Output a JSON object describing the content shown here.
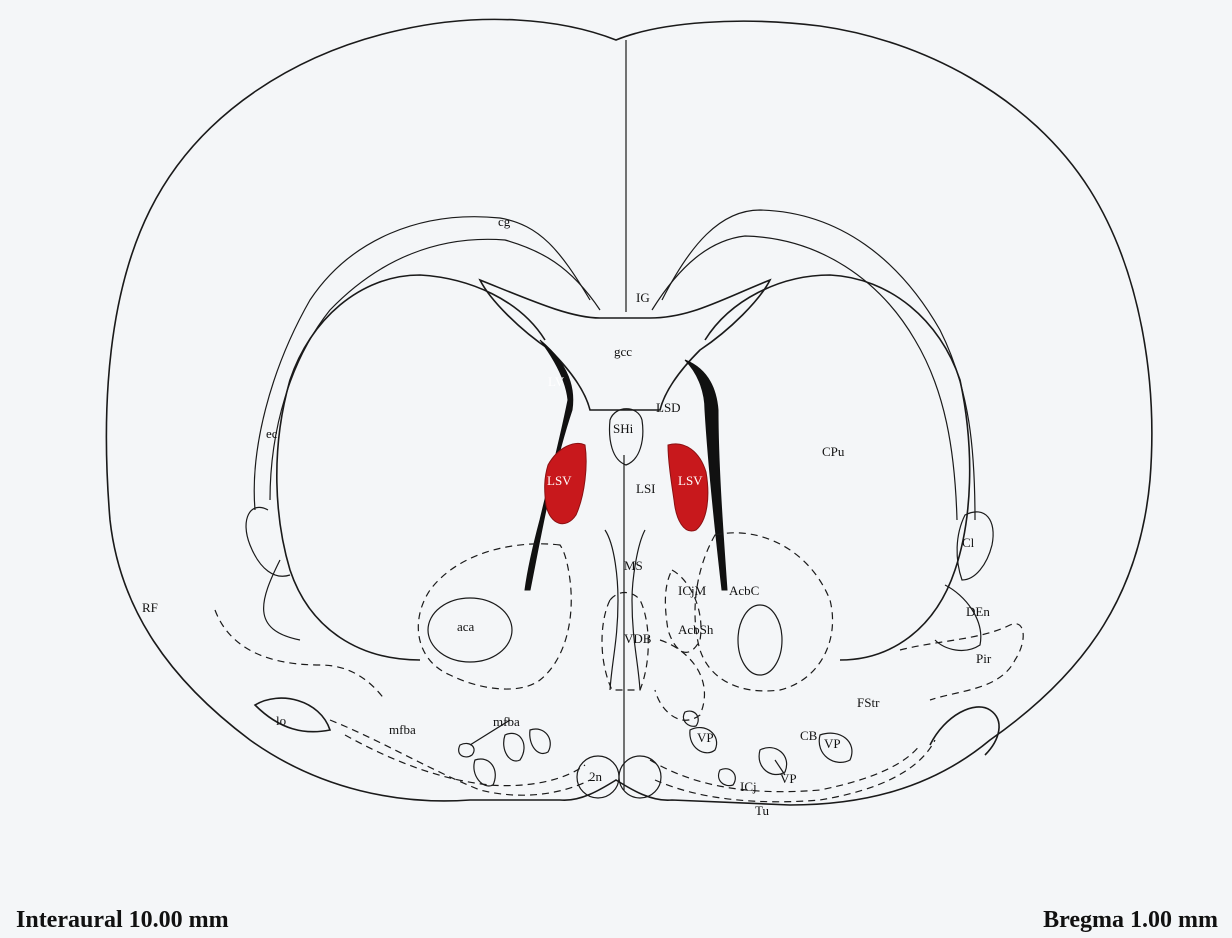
{
  "labels": {
    "cg": "cg",
    "IG": "IG",
    "gcc": "gcc",
    "LV": "LV",
    "LSD": "LSD",
    "SHi": "SHi",
    "CPu": "CPu",
    "ec": "ec",
    "LSV": "LSV",
    "LSI": "LSI",
    "Cl": "Cl",
    "MS": "MS",
    "ICjM": "ICjM",
    "AcbC": "AcbC",
    "RF": "RF",
    "aca": "aca",
    "VDB": "VDB",
    "AcbSh": "AcbSh",
    "DEn": "DEn",
    "Pir": "Pir",
    "FStr": "FStr",
    "lo": "lo",
    "mfba": "mfba",
    "VP": "VP",
    "CB": "CB",
    "twon": "2n",
    "ICj": "ICj",
    "Tu": "Tu"
  },
  "footer": {
    "interaural": "Interaural 10.00 mm",
    "bregma": "Bregma 1.00 mm"
  },
  "colors": {
    "highlight": "#c8181c",
    "ventricle": "#111111",
    "background": "#f4f6f8"
  }
}
